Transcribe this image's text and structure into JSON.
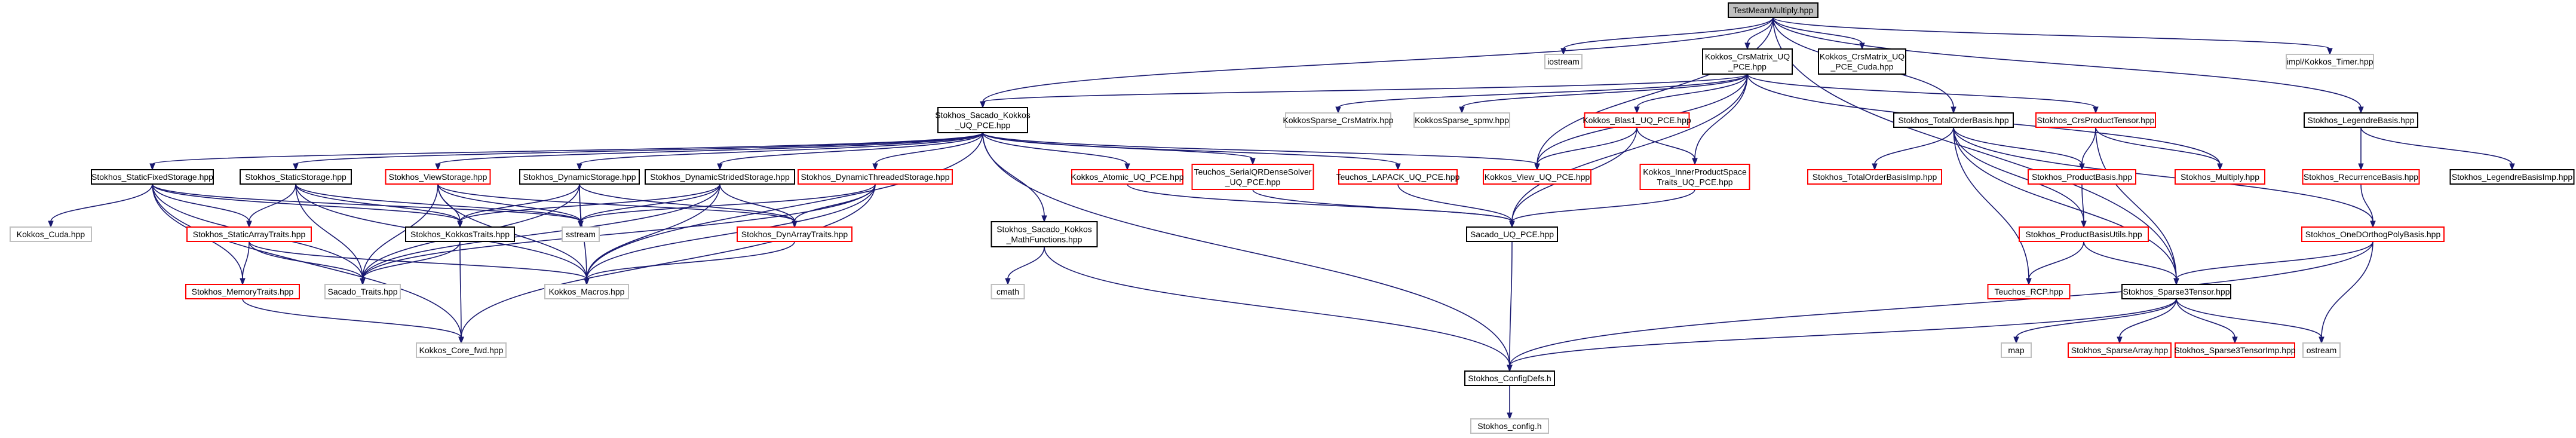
{
  "diagram": {
    "colors": {
      "edge": "#191970",
      "root_fill": "#bfbfbf",
      "node_fill": "#ffffff",
      "border_documented": "#000000",
      "border_undocumented": "#ff0000",
      "border_external": "#bfbfbf",
      "text": "#000000"
    },
    "nodes": [
      {
        "id": "root",
        "label": "TestMeanMultiply.hpp",
        "style": "root"
      },
      {
        "id": "iostream",
        "label": "iostream",
        "style": "external"
      },
      {
        "id": "crsmatrix_uq",
        "label": [
          "Kokkos_CrsMatrix_UQ",
          "_PCE.hpp"
        ],
        "style": "documented"
      },
      {
        "id": "crsmatrix_cuda",
        "label": [
          "Kokkos_CrsMatrix_UQ",
          "_PCE_Cuda.hpp"
        ],
        "style": "documented"
      },
      {
        "id": "impl_timer",
        "label": "impl/Kokkos_Timer.hpp",
        "style": "external"
      },
      {
        "id": "sacado_kokkos",
        "label": [
          "Stokhos_Sacado_Kokkos",
          "_UQ_PCE.hpp"
        ],
        "style": "documented"
      },
      {
        "id": "sparse_crsmatrix",
        "label": "KokkosSparse_CrsMatrix.hpp",
        "style": "external"
      },
      {
        "id": "sparse_spmv",
        "label": "KokkosSparse_spmv.hpp",
        "style": "external"
      },
      {
        "id": "blas1",
        "label": "Kokkos_Blas1_UQ_PCE.hpp",
        "style": "undocumented"
      },
      {
        "id": "totalorder",
        "label": "Stokhos_TotalOrderBasis.hpp",
        "style": "documented"
      },
      {
        "id": "crsproduct",
        "label": "Stokhos_CrsProductTensor.hpp",
        "style": "undocumented"
      },
      {
        "id": "legendre",
        "label": "Stokhos_LegendreBasis.hpp",
        "style": "documented"
      },
      {
        "id": "staticfixed",
        "label": "Stokhos_StaticFixedStorage.hpp",
        "style": "documented"
      },
      {
        "id": "staticstorage",
        "label": "Stokhos_StaticStorage.hpp",
        "style": "documented"
      },
      {
        "id": "viewstorage",
        "label": "Stokhos_ViewStorage.hpp",
        "style": "undocumented"
      },
      {
        "id": "dynamicstorage",
        "label": "Stokhos_DynamicStorage.hpp",
        "style": "documented"
      },
      {
        "id": "dynamicstrided",
        "label": "Stokhos_DynamicStridedStorage.hpp",
        "style": "documented"
      },
      {
        "id": "dynamicthreaded",
        "label": "Stokhos_DynamicThreadedStorage.hpp",
        "style": "undocumented"
      },
      {
        "id": "atomic",
        "label": "Kokkos_Atomic_UQ_PCE.hpp",
        "style": "undocumented"
      },
      {
        "id": "teuchos_serialqr",
        "label": [
          "Teuchos_SerialQRDenseSolver",
          "_UQ_PCE.hpp"
        ],
        "style": "undocumented"
      },
      {
        "id": "teuchos_lapack",
        "label": "Teuchos_LAPACK_UQ_PCE.hpp",
        "style": "undocumented"
      },
      {
        "id": "kokkos_view",
        "label": "Kokkos_View_UQ_PCE.hpp",
        "style": "undocumented"
      },
      {
        "id": "innerproduct",
        "label": [
          "Kokkos_InnerProductSpace",
          "Traits_UQ_PCE.hpp"
        ],
        "style": "undocumented"
      },
      {
        "id": "totalorderimp",
        "label": "Stokhos_TotalOrderBasisImp.hpp",
        "style": "undocumented"
      },
      {
        "id": "productbasis",
        "label": "Stokhos_ProductBasis.hpp",
        "style": "undocumented"
      },
      {
        "id": "stokhos_multiply",
        "label": "Stokhos_Multiply.hpp",
        "style": "undocumented"
      },
      {
        "id": "recurrence",
        "label": "Stokhos_RecurrenceBasis.hpp",
        "style": "undocumented"
      },
      {
        "id": "legendreimp",
        "label": "Stokhos_LegendreBasisImp.hpp",
        "style": "documented"
      },
      {
        "id": "kokkos_cuda",
        "label": "Kokkos_Cuda.hpp",
        "style": "external"
      },
      {
        "id": "staticarraytraits",
        "label": "Stokhos_StaticArrayTraits.hpp",
        "style": "undocumented"
      },
      {
        "id": "kokkostraits",
        "label": "Stokhos_KokkosTraits.hpp",
        "style": "documented"
      },
      {
        "id": "sstream",
        "label": "sstream",
        "style": "external"
      },
      {
        "id": "dynarraytraits",
        "label": "Stokhos_DynArrayTraits.hpp",
        "style": "undocumented"
      },
      {
        "id": "sacado_mathfunctions",
        "label": [
          "Stokhos_Sacado_Kokkos",
          "_MathFunctions.hpp"
        ],
        "style": "documented"
      },
      {
        "id": "sacado_uq_pce",
        "label": "Sacado_UQ_PCE.hpp",
        "style": "documented"
      },
      {
        "id": "productbasisutils",
        "label": "Stokhos_ProductBasisUtils.hpp",
        "style": "undocumented"
      },
      {
        "id": "onedortho",
        "label": "Stokhos_OneDOrthogPolyBasis.hpp",
        "style": "undocumented"
      },
      {
        "id": "memorytraits",
        "label": "Stokhos_MemoryTraits.hpp",
        "style": "undocumented"
      },
      {
        "id": "sacado_traits",
        "label": "Sacado_Traits.hpp",
        "style": "external"
      },
      {
        "id": "kokkos_macros",
        "label": "Kokkos_Macros.hpp",
        "style": "external"
      },
      {
        "id": "cmath",
        "label": "cmath",
        "style": "external"
      },
      {
        "id": "teuchos_rcp",
        "label": "Teuchos_RCP.hpp",
        "style": "undocumented"
      },
      {
        "id": "sparse3tensor",
        "label": "Stokhos_Sparse3Tensor.hpp",
        "style": "documented"
      },
      {
        "id": "kokkos_core_fwd",
        "label": "Kokkos_Core_fwd.hpp",
        "style": "external"
      },
      {
        "id": "map",
        "label": "map",
        "style": "external"
      },
      {
        "id": "sparsearray",
        "label": "Stokhos_SparseArray.hpp",
        "style": "undocumented"
      },
      {
        "id": "sparse3tensorimp",
        "label": "Stokhos_Sparse3TensorImp.hpp",
        "style": "undocumented"
      },
      {
        "id": "ostream",
        "label": "ostream",
        "style": "external"
      },
      {
        "id": "configdefs",
        "label": "Stokhos_ConfigDefs.h",
        "style": "documented"
      },
      {
        "id": "stokhos_config",
        "label": "Stokhos_config.h",
        "style": "external"
      }
    ],
    "edges": [
      [
        "root",
        "iostream"
      ],
      [
        "root",
        "crsmatrix_uq"
      ],
      [
        "root",
        "crsmatrix_cuda"
      ],
      [
        "root",
        "impl_timer"
      ],
      [
        "root",
        "sacado_kokkos"
      ],
      [
        "root",
        "totalorder"
      ],
      [
        "root",
        "legendre"
      ],
      [
        "root",
        "kokkos_view"
      ],
      [
        "root",
        "sparse3tensor"
      ],
      [
        "crsmatrix_uq",
        "sacado_kokkos"
      ],
      [
        "crsmatrix_uq",
        "sparse_crsmatrix"
      ],
      [
        "crsmatrix_uq",
        "sparse_spmv"
      ],
      [
        "crsmatrix_uq",
        "blas1"
      ],
      [
        "crsmatrix_uq",
        "crsproduct"
      ],
      [
        "crsmatrix_uq",
        "stokhos_multiply"
      ],
      [
        "crsmatrix_uq",
        "kokkos_view"
      ],
      [
        "crsmatrix_uq",
        "innerproduct"
      ],
      [
        "crsmatrix_uq",
        "sacado_uq_pce"
      ],
      [
        "sacado_kokkos",
        "staticfixed"
      ],
      [
        "sacado_kokkos",
        "staticstorage"
      ],
      [
        "sacado_kokkos",
        "viewstorage"
      ],
      [
        "sacado_kokkos",
        "dynamicstorage"
      ],
      [
        "sacado_kokkos",
        "dynamicstrided"
      ],
      [
        "sacado_kokkos",
        "dynamicthreaded"
      ],
      [
        "sacado_kokkos",
        "atomic"
      ],
      [
        "sacado_kokkos",
        "teuchos_serialqr"
      ],
      [
        "sacado_kokkos",
        "teuchos_lapack"
      ],
      [
        "sacado_kokkos",
        "kokkos_view"
      ],
      [
        "sacado_kokkos",
        "sacado_mathfunctions"
      ],
      [
        "sacado_kokkos",
        "kokkos_macros"
      ],
      [
        "sacado_kokkos",
        "configdefs"
      ],
      [
        "blas1",
        "kokkos_view"
      ],
      [
        "blas1",
        "innerproduct"
      ],
      [
        "blas1",
        "sacado_uq_pce"
      ],
      [
        "totalorder",
        "totalorderimp"
      ],
      [
        "totalorder",
        "productbasis"
      ],
      [
        "totalorder",
        "productbasisutils"
      ],
      [
        "totalorder",
        "teuchos_rcp"
      ],
      [
        "totalorder",
        "sparse3tensor"
      ],
      [
        "totalorder",
        "onedortho"
      ],
      [
        "crsproduct",
        "productbasis"
      ],
      [
        "crsproduct",
        "stokhos_multiply"
      ],
      [
        "crsproduct",
        "sparse3tensor"
      ],
      [
        "legendre",
        "recurrence"
      ],
      [
        "legendre",
        "legendreimp"
      ],
      [
        "staticfixed",
        "kokkos_cuda"
      ],
      [
        "staticfixed",
        "staticarraytraits"
      ],
      [
        "staticfixed",
        "memorytraits"
      ],
      [
        "staticfixed",
        "sacado_traits"
      ],
      [
        "staticfixed",
        "kokkostraits"
      ],
      [
        "staticfixed",
        "sstream"
      ],
      [
        "staticfixed",
        "kokkos_core_fwd"
      ],
      [
        "staticstorage",
        "staticarraytraits"
      ],
      [
        "staticstorage",
        "kokkostraits"
      ],
      [
        "staticstorage",
        "sacado_traits"
      ],
      [
        "staticstorage",
        "kokkos_macros"
      ],
      [
        "staticstorage",
        "sstream"
      ],
      [
        "viewstorage",
        "dynarraytraits"
      ],
      [
        "viewstorage",
        "kokkostraits"
      ],
      [
        "viewstorage",
        "sacado_traits"
      ],
      [
        "viewstorage",
        "kokkos_macros"
      ],
      [
        "viewstorage",
        "sstream"
      ],
      [
        "dynamicstorage",
        "dynarraytraits"
      ],
      [
        "dynamicstorage",
        "kokkostraits"
      ],
      [
        "dynamicstorage",
        "sacado_traits"
      ],
      [
        "dynamicstorage",
        "kokkos_macros"
      ],
      [
        "dynamicstorage",
        "sstream"
      ],
      [
        "dynamicstrided",
        "dynarraytraits"
      ],
      [
        "dynamicstrided",
        "kokkostraits"
      ],
      [
        "dynamicstrided",
        "sacado_traits"
      ],
      [
        "dynamicstrided",
        "kokkos_macros"
      ],
      [
        "dynamicstrided",
        "sstream"
      ],
      [
        "dynamicthreaded",
        "dynarraytraits"
      ],
      [
        "dynamicthreaded",
        "sacado_traits"
      ],
      [
        "dynamicthreaded",
        "kokkos_macros"
      ],
      [
        "dynamicthreaded",
        "sstream"
      ],
      [
        "dynamicthreaded",
        "kokkos_core_fwd"
      ],
      [
        "atomic",
        "sacado_uq_pce"
      ],
      [
        "teuchos_serialqr",
        "sacado_uq_pce"
      ],
      [
        "teuchos_lapack",
        "sacado_uq_pce"
      ],
      [
        "innerproduct",
        "sacado_uq_pce"
      ],
      [
        "productbasis",
        "productbasisutils"
      ],
      [
        "productbasisutils",
        "teuchos_rcp"
      ],
      [
        "productbasisutils",
        "sparse3tensor"
      ],
      [
        "recurrence",
        "onedortho"
      ],
      [
        "onedortho",
        "sparse3tensor"
      ],
      [
        "onedortho",
        "ostream"
      ],
      [
        "onedortho",
        "configdefs"
      ],
      [
        "staticarraytraits",
        "memorytraits"
      ],
      [
        "staticarraytraits",
        "sacado_traits"
      ],
      [
        "staticarraytraits",
        "kokkos_macros"
      ],
      [
        "memorytraits",
        "kokkos_core_fwd"
      ],
      [
        "kokkostraits",
        "sacado_traits"
      ],
      [
        "kokkostraits",
        "kokkos_core_fwd"
      ],
      [
        "dynarraytraits",
        "kokkos_macros"
      ],
      [
        "sacado_mathfunctions",
        "cmath"
      ],
      [
        "sacado_mathfunctions",
        "configdefs"
      ],
      [
        "sacado_uq_pce",
        "configdefs"
      ],
      [
        "sparse3tensor",
        "map"
      ],
      [
        "sparse3tensor",
        "sparsearray"
      ],
      [
        "sparse3tensor",
        "sparse3tensorimp"
      ],
      [
        "sparse3tensor",
        "ostream"
      ],
      [
        "sparse3tensor",
        "configdefs"
      ],
      [
        "configdefs",
        "stokhos_config"
      ]
    ]
  }
}
